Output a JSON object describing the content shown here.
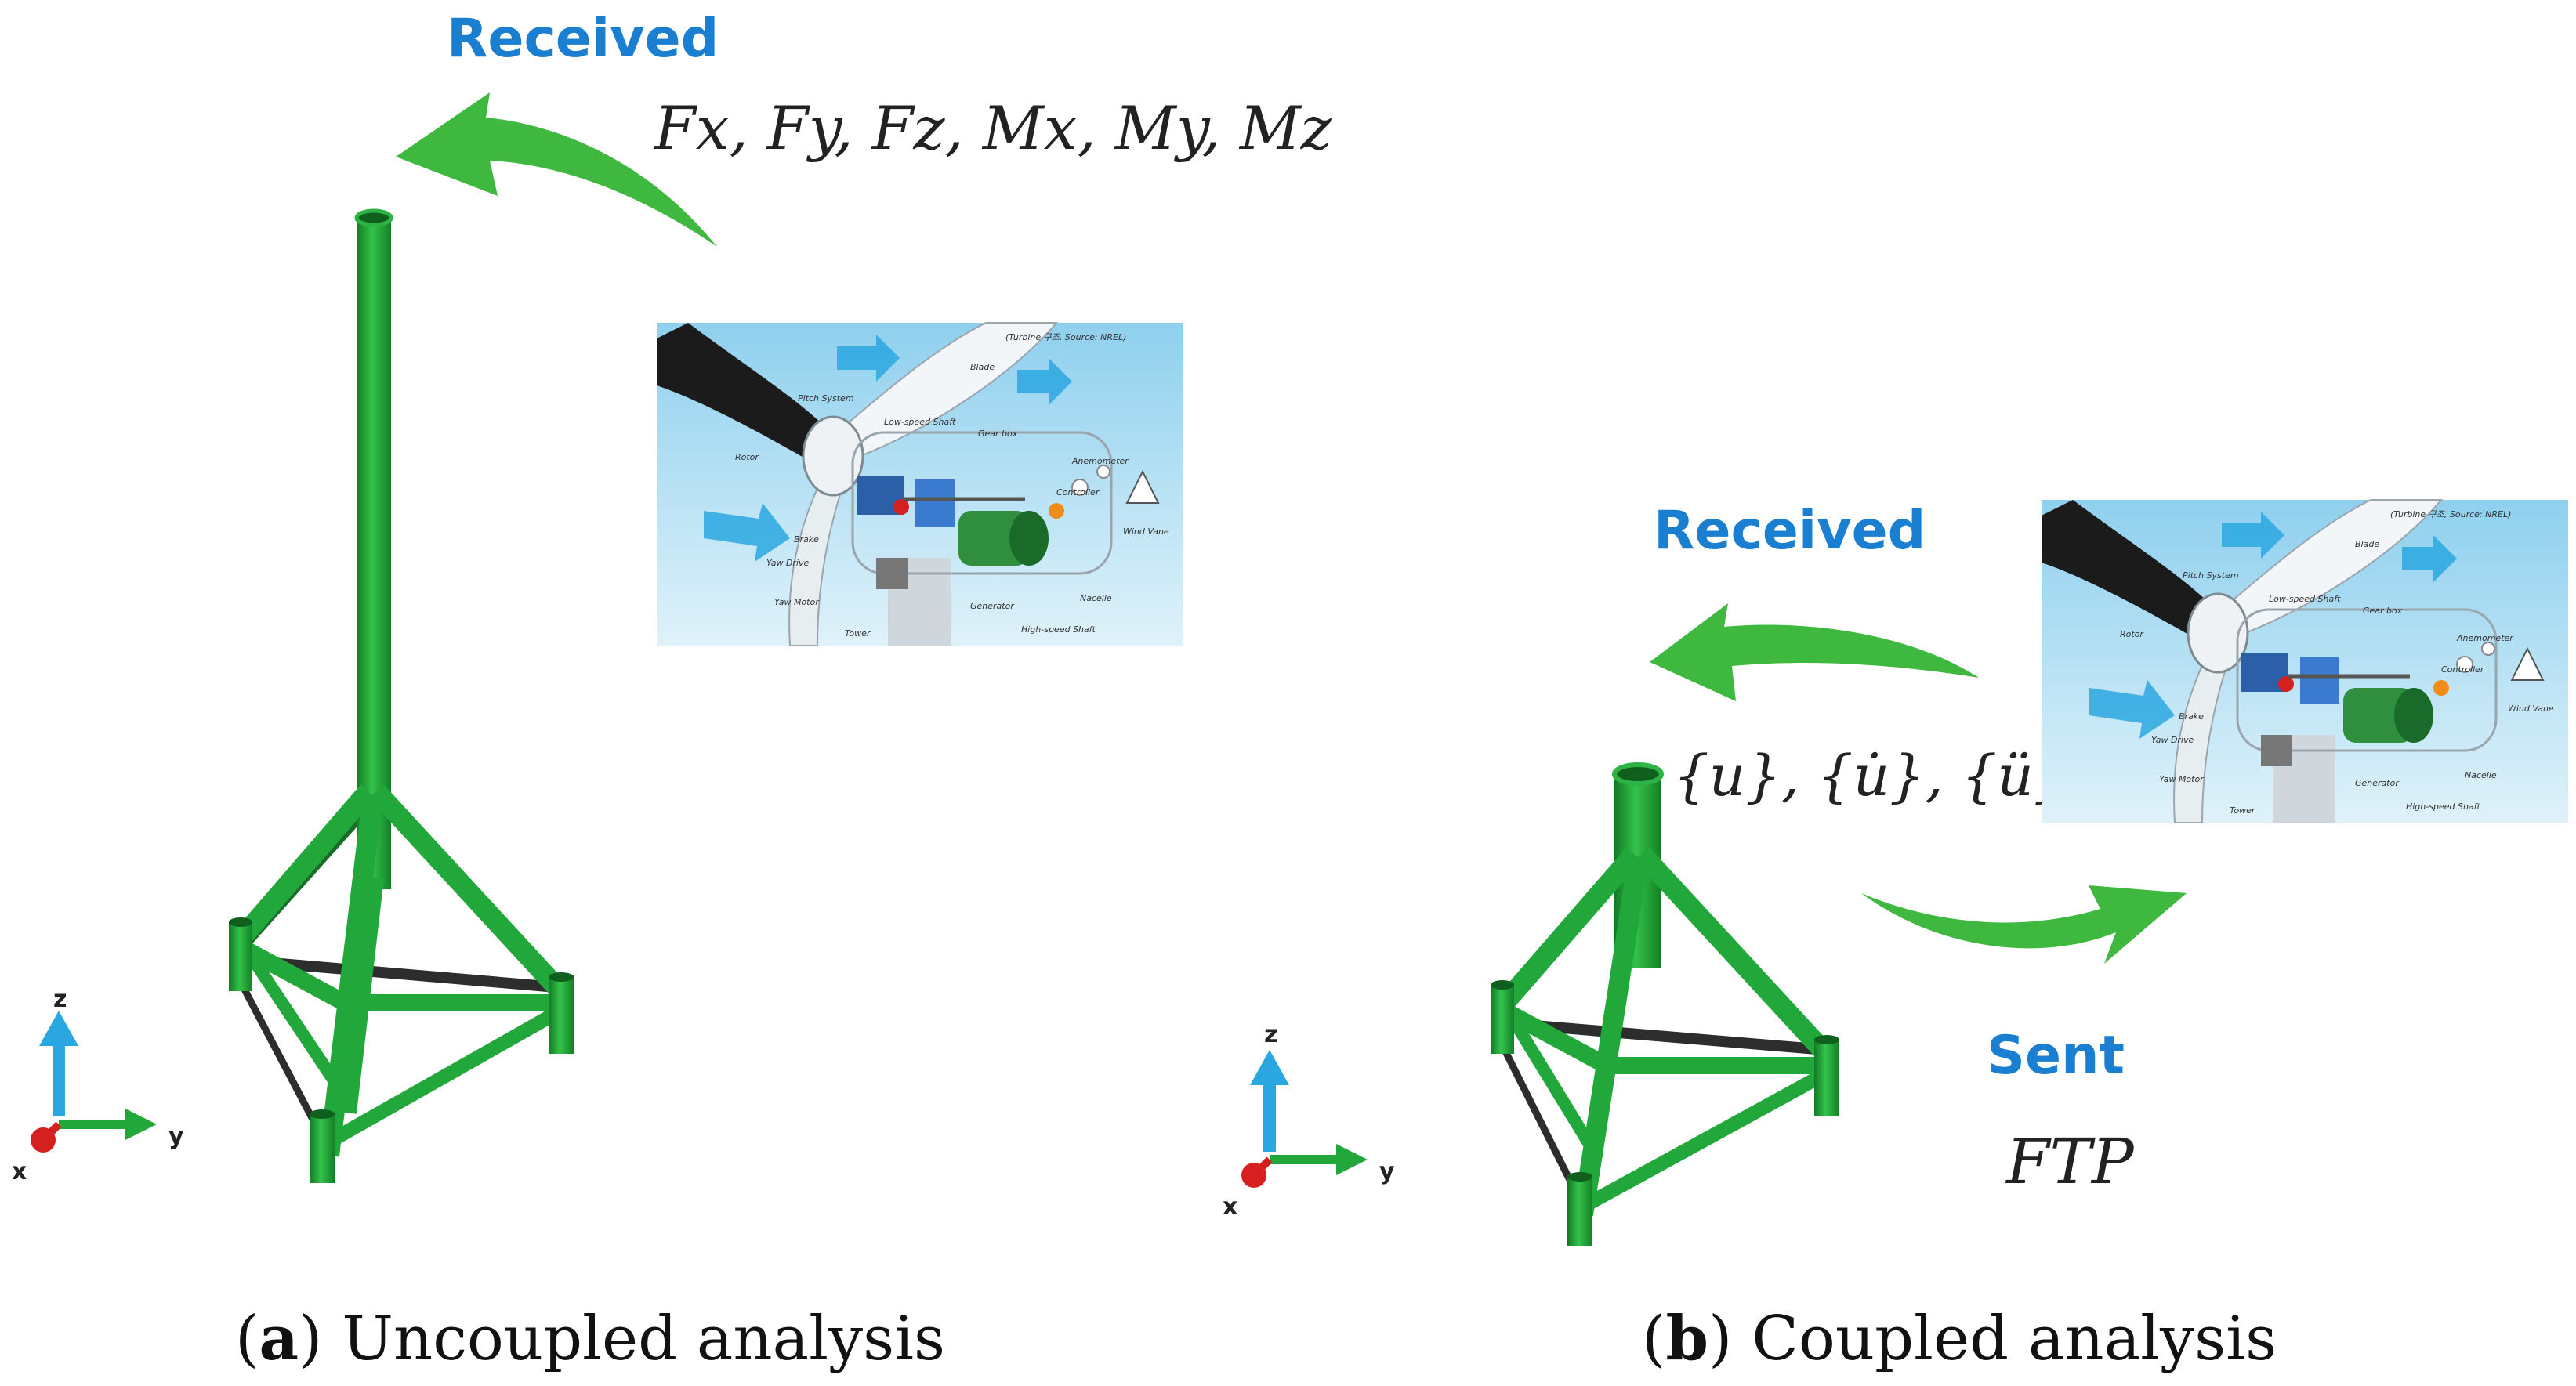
{
  "panel_a": {
    "received_label": "Received",
    "forces_text": "Fx, Fy, Fz, Mx, My, Mz",
    "caption_letter": "a",
    "caption_text": " Uncoupled analysis"
  },
  "panel_b": {
    "received_label": "Received",
    "sent_label": "Sent",
    "displacement_text": "{u}, {u̇}, {ü}",
    "force_text": "FTP",
    "caption_letter": "b",
    "caption_text": " Coupled analysis"
  },
  "axes": {
    "x": "x",
    "y": "y",
    "z": "z"
  },
  "turbine_image": {
    "source_note": "(Turbine 구조, Source: NREL)",
    "labels": [
      "Pitch System",
      "Blade",
      "Rotor",
      "Low-speed Shaft",
      "Gear box",
      "Anemometer",
      "Controller",
      "Brake",
      "Yaw Drive",
      "Yaw Motor",
      "Tower",
      "Generator",
      "High-speed Shaft",
      "Nacelle",
      "Wind Vane"
    ]
  },
  "colors": {
    "jacket_green": "#22a83a",
    "arrow_green": "#3fb83f",
    "label_blue": "#1a7fd1",
    "sky_blue": "#bfe4f5"
  }
}
